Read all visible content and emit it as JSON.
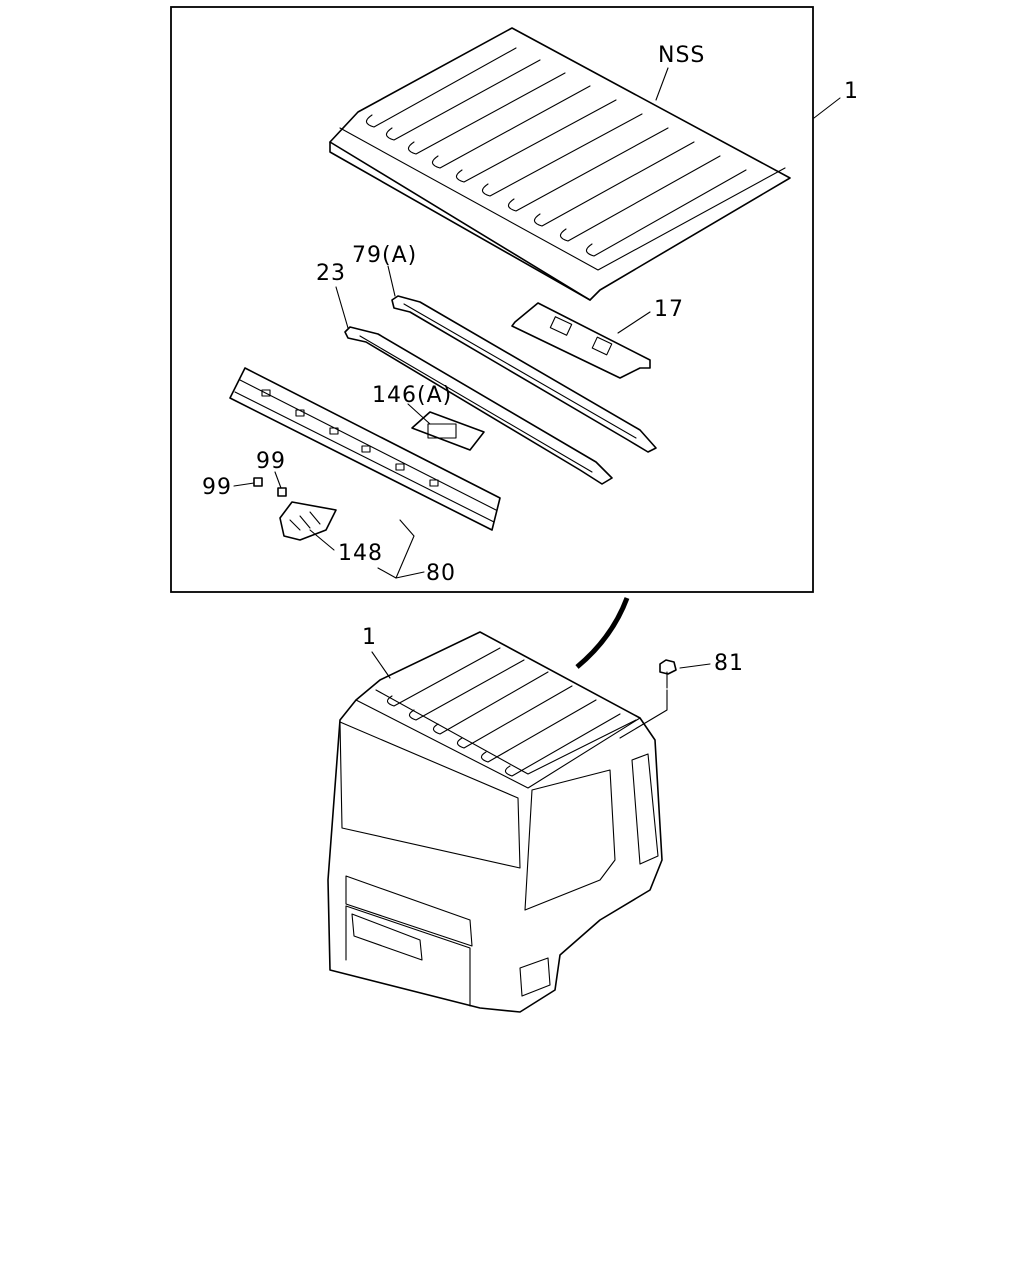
{
  "callouts": {
    "nss": "NSS",
    "assembly_top": "1",
    "p79a": "79(A)",
    "p23": "23",
    "p17": "17",
    "p146a": "146(A)",
    "p99_upper": "99",
    "p99_left": "99",
    "p148": "148",
    "p80": "80",
    "cab_assembly": "1",
    "p81": "81"
  }
}
